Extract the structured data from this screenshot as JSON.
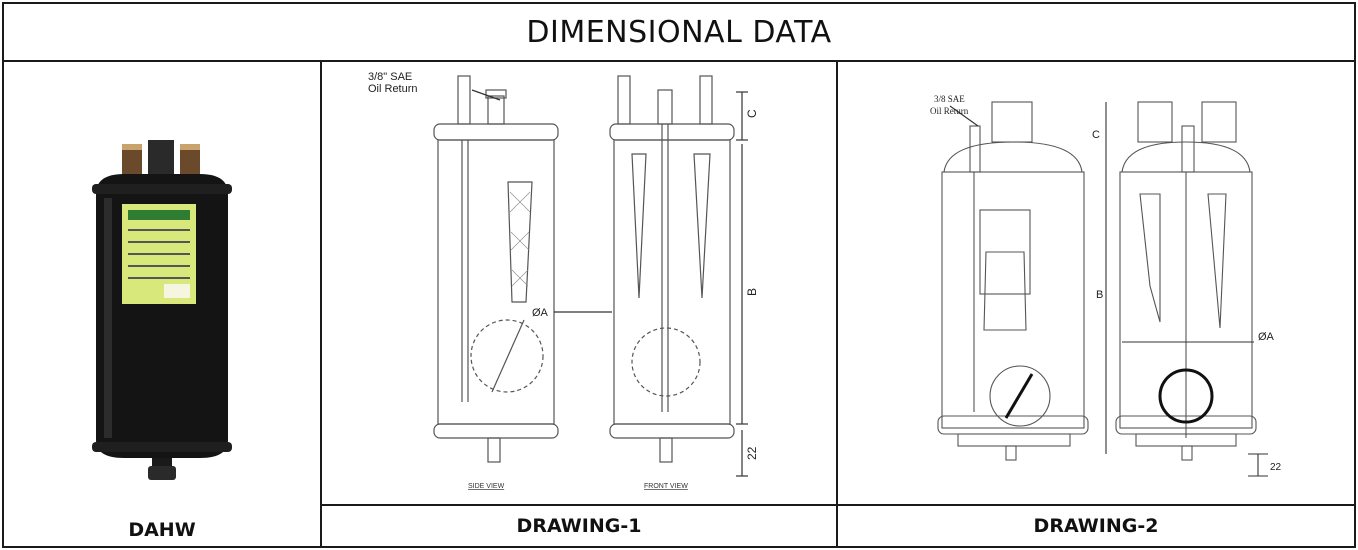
{
  "header": {
    "title": "DIMENSIONAL DATA"
  },
  "product": {
    "caption": "DAHW"
  },
  "drawing1": {
    "caption": "DRAWING-1",
    "oil_label_line1": "3/8\" SAE",
    "oil_label_line2": "Oil Return",
    "dim_c": "C",
    "dim_b": "B",
    "dim_a": "ØA",
    "dim_22": "22",
    "side_view": "SIDE VIEW",
    "front_view": "FRONT VIEW"
  },
  "drawing2": {
    "caption": "DRAWING-2",
    "oil_label_line1": "3/8 SAE",
    "oil_label_line2": "Oil Return",
    "dim_c": "C",
    "dim_b": "B",
    "dim_a": "ØA",
    "dim_22": "22"
  },
  "colors": {
    "border": "#1a1a1a",
    "body": "#141414",
    "label_green": "#d9e87a",
    "drawing_line": "#555555"
  }
}
